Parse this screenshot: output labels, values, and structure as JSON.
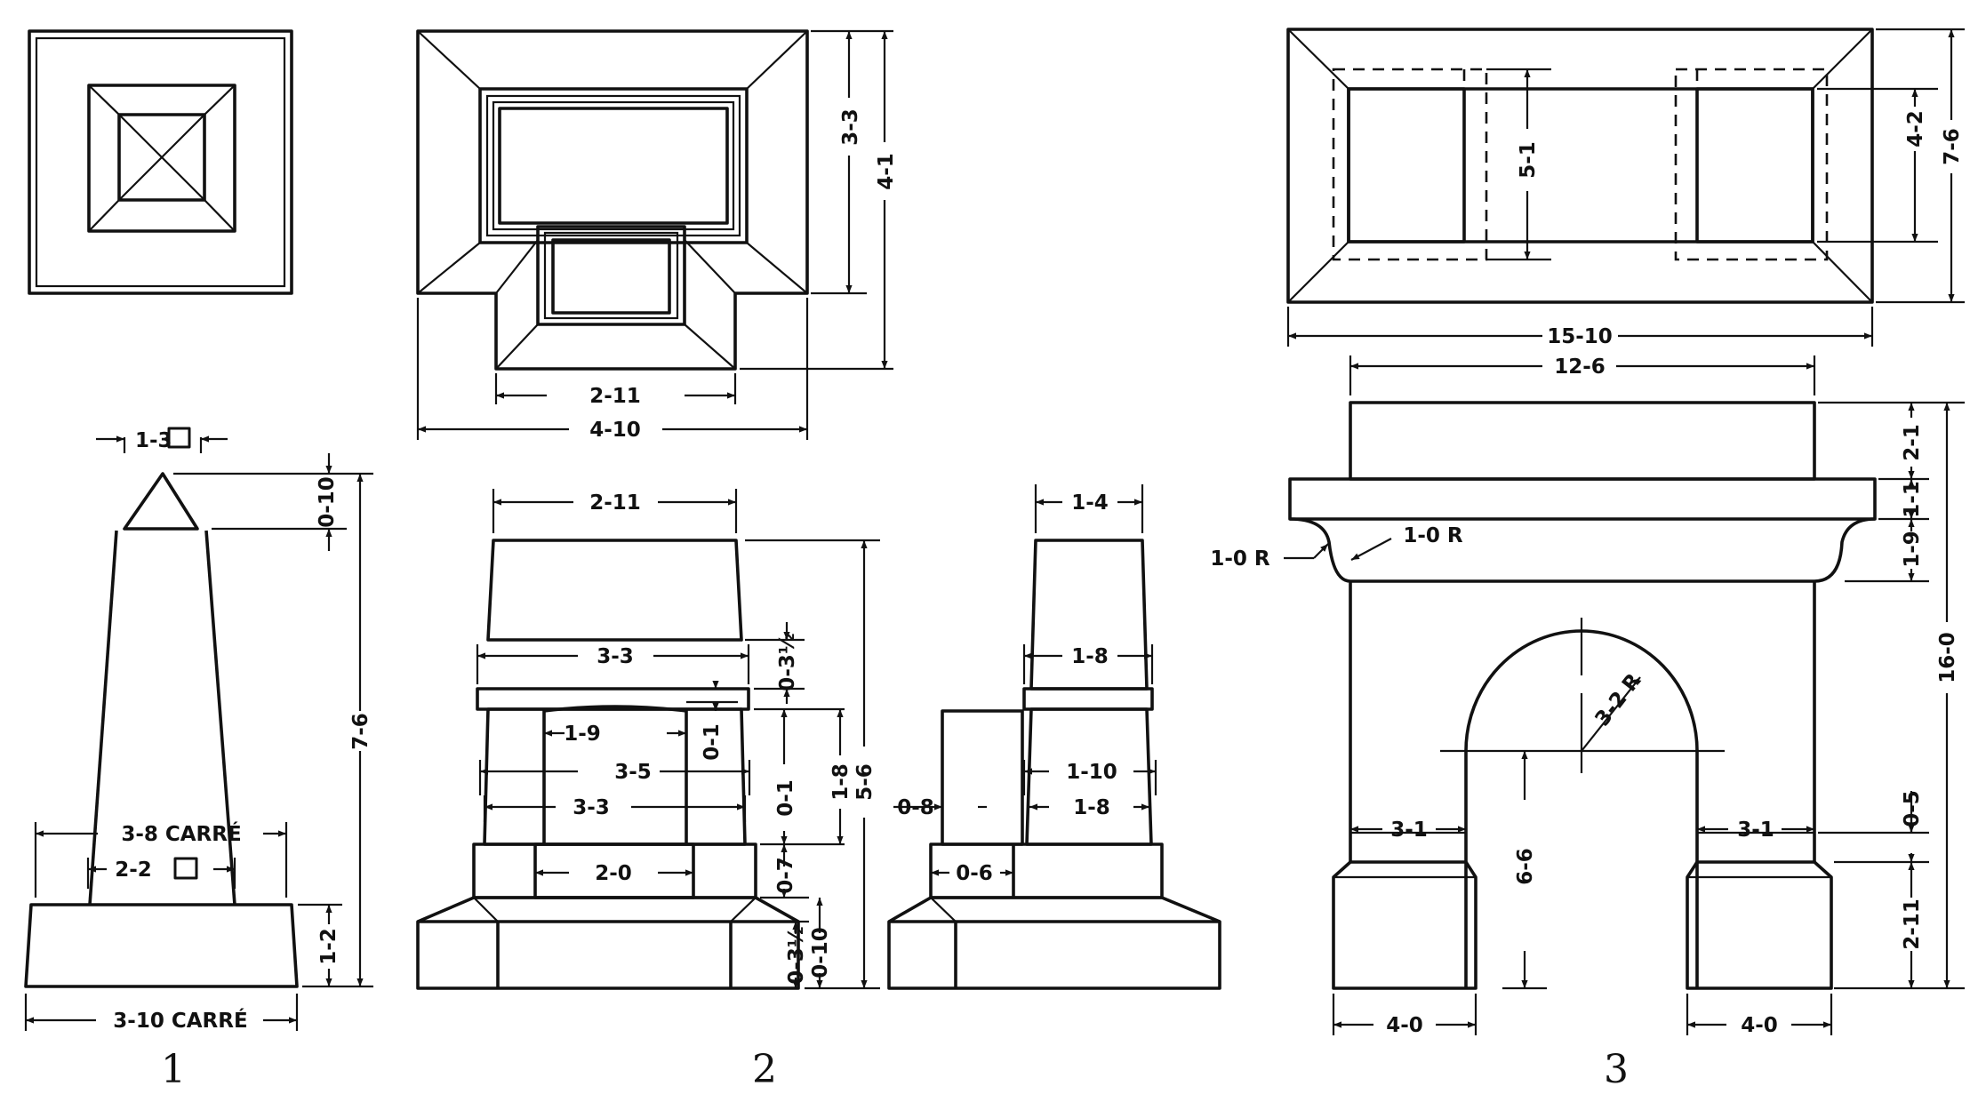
{
  "sheet": {
    "figure_numbers": [
      "1",
      "2",
      "3"
    ]
  },
  "fig1": {
    "top_square": "1-3",
    "pyramid_height": "0-10",
    "total_height": "7-6",
    "shaft_base": "3-8 CARRÉ",
    "shaft_base_square": "2-2",
    "base_height": "1-2",
    "base_width": "3-10 CARRÉ"
  },
  "fig2": {
    "plan_inner_width": "2-11",
    "plan_width": "4-10",
    "plan_depth_inner": "3-3",
    "plan_depth": "4-1",
    "front_top_width": "2-11",
    "front_top_height": "0-3½",
    "cap_width": "3-3",
    "cap_height": "0-1",
    "niche_width": "1-9",
    "body_width_upper": "3-5",
    "body_width_lower": "3-3",
    "body_height_lower": "0-1",
    "body_height": "1-8",
    "total_height": "5-6",
    "step_width": "2-0",
    "step_height": "0-7",
    "base_height": "0-10",
    "base_chamfer": "0-3½",
    "side_top_width": "1-4",
    "side_cap_width": "1-8",
    "side_body_width": "1-10",
    "side_body_width_lower": "1-8",
    "side_block_height": "0-8",
    "side_step_depth": "0-6"
  },
  "fig3": {
    "plan_inner_depth": "5-1",
    "plan_outer_inner_depth": "4-2",
    "plan_depth": "7-6",
    "plan_width": "15-10",
    "top_width": "12-6",
    "attic_height": "2-1",
    "cornice_height": "1-1",
    "cove_height": "1-9",
    "cove_radius_outer": "1-0 R",
    "cove_radius_inner": "1-0 R",
    "arch_radius": "3-2 R",
    "total_height": "16-0",
    "pier_width_left": "3-1",
    "pier_width_right": "3-1",
    "impost_height": "0-5",
    "opening_height": "6-6",
    "plinth_height": "2-11",
    "plinth_width_left": "4-0",
    "plinth_width_right": "4-0"
  }
}
